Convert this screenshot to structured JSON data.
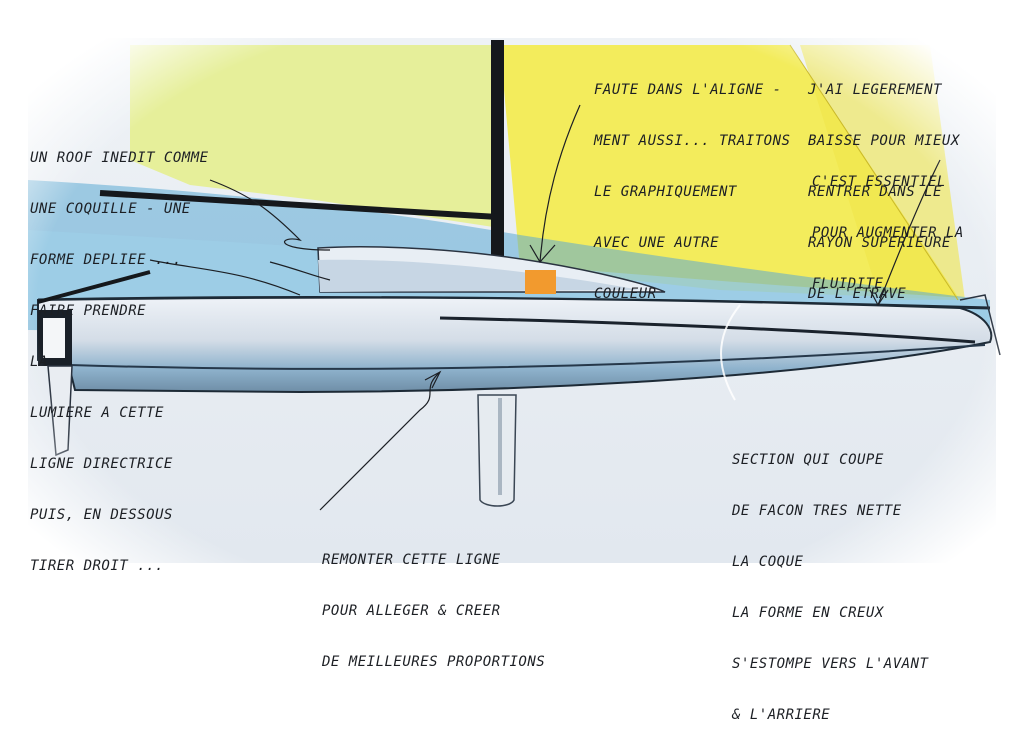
{
  "annotations": {
    "top_center": {
      "lines": [
        "FAUTE DANS L'ALIGNE -",
        "MENT AUSSI... TRAITONS",
        "LE GRAPHIQUEMENT",
        "AVEC UNE AUTRE",
        "COULEUR"
      ]
    },
    "top_right": {
      "lines": [
        "J'AI LEGEREMENT",
        "BAISSE POUR MIEUX",
        "RENTRER DANS LE",
        "RAYON SUPERIEURE",
        "DE L'ETRAVE"
      ],
      "lines2": [
        "C'EST ESSENTIEL",
        "POUR AUGMENTER LA",
        "FLUIDITE"
      ]
    },
    "left": {
      "lines": [
        "UN ROOF INEDIT COMME",
        "UNE COQUILLE - UNE",
        "FORME DEPLIEE ...",
        "FAIRE PRENDRE",
        "LA",
        "LUMIERE A CETTE",
        "LIGNE DIRECTRICE",
        "PUIS, EN DESSOUS",
        "TIRER DROIT ..."
      ]
    },
    "bottom_right": {
      "lines": [
        "SECTION QUI COUPE",
        "DE FACON TRES NETTE",
        "LA COQUE",
        "LA FORME EN CREUX",
        "S'ESTOMPE VERS L'AVANT",
        "& L'ARRIERE"
      ]
    },
    "bottom_center": {
      "lines": [
        "REMONTER CETTE LIGNE",
        "POUR ALLEGER & CREER",
        "DE MEILLEURES PROPORTIONS"
      ]
    }
  },
  "colors": {
    "sail_main": "#e6ef9a",
    "sail_jib": "#f3ec5c",
    "hull": "#dfe6ee",
    "blue_shade": "#3b8fc0",
    "orange_accent": "#f29a2e",
    "ink": "#1c1f24"
  }
}
